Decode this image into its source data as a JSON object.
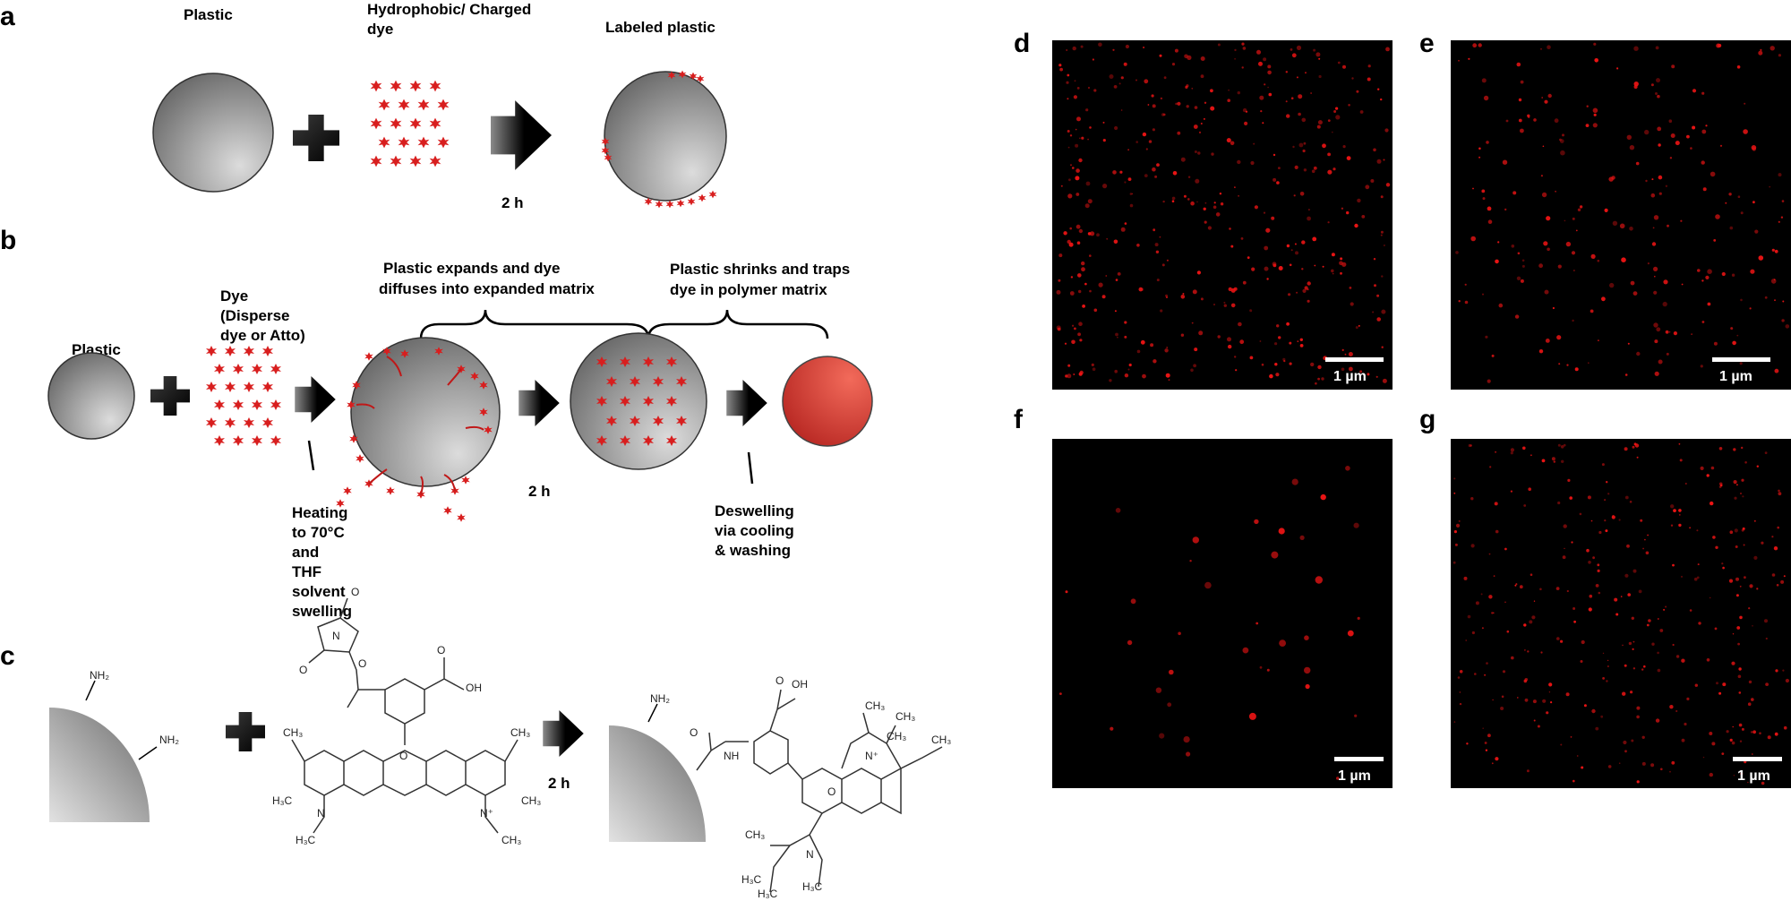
{
  "panels": {
    "a": {
      "label": "a",
      "plastic": "Plastic",
      "dye_line1": "Hydrophobic/ Charged",
      "dye_line2": "dye",
      "labeled": "Labeled plastic",
      "time": "2 h"
    },
    "b": {
      "label": "b",
      "plastic": "Plastic",
      "dye_line1": "Dye",
      "dye_line2": "(Disperse",
      "dye_line3": "dye or Atto)",
      "expand_line1": "Plastic expands and dye",
      "expand_line2": "diffuses into expanded matrix",
      "shrink_line1": "Plastic shrinks and traps",
      "shrink_line2": "dye in polymer matrix",
      "heat_line1": "Heating",
      "heat_line2": "to 70°C",
      "heat_line3": "and",
      "heat_line4": "THF",
      "heat_line5": "solvent",
      "heat_line6": "swelling",
      "time": "2 h",
      "deswell_line1": "Deswelling",
      "deswell_line2": "via cooling",
      "deswell_line3": "& washing"
    },
    "c": {
      "label": "c",
      "nh2": "NH₂",
      "o": "O",
      "oh": "OH",
      "n": "N",
      "nplus": "N⁺",
      "ch3": "CH₃",
      "h3c": "H₃C",
      "time": "2 h",
      "nh": "NH"
    },
    "images": [
      {
        "label": "d",
        "scale": "1 µm"
      },
      {
        "label": "e",
        "scale": "1 µm"
      },
      {
        "label": "f",
        "scale": "1 µm"
      },
      {
        "label": "g",
        "scale": "1 µm"
      }
    ]
  },
  "colors": {
    "dye_red": "#d81e1e",
    "sphere_dark": "#6b6b6b",
    "sphere_light": "#d8d8d8",
    "micrograph_bg": "#000000",
    "labeled_sphere": "#d94a42"
  }
}
